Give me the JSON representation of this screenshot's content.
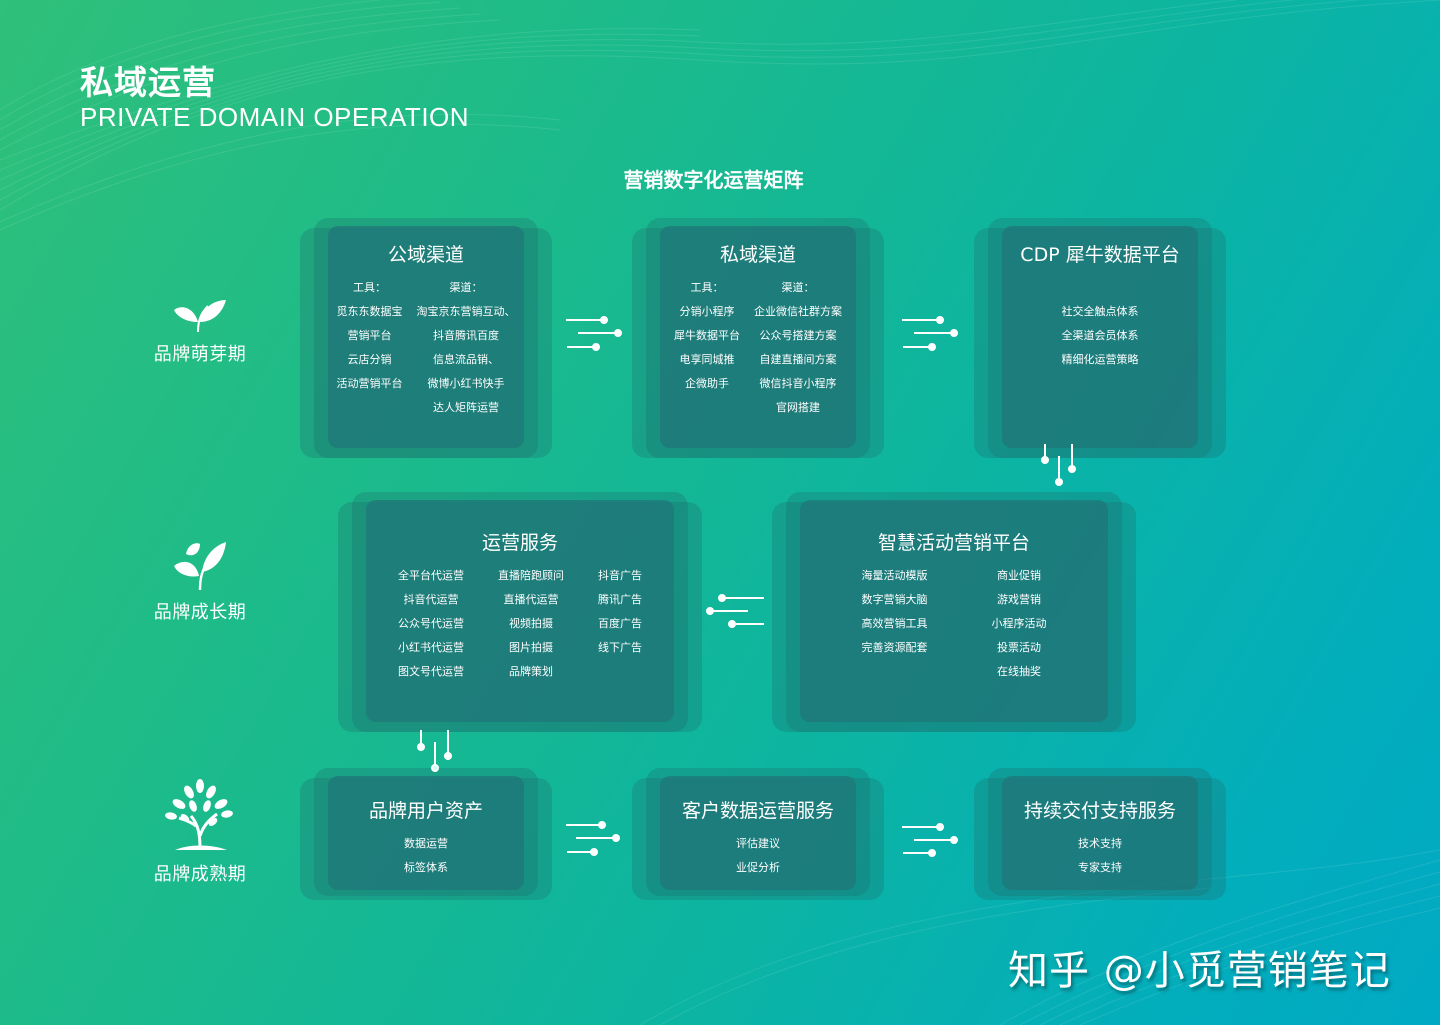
{
  "header": {
    "title_cn": "私域运营",
    "title_en": "PRIVATE DOMAIN OPERATION",
    "matrix_title": "营销数字化运营矩阵"
  },
  "stages": [
    {
      "label": "品牌萌芽期",
      "icon": "sprout-icon"
    },
    {
      "label": "品牌成长期",
      "icon": "growing-plant-icon"
    },
    {
      "label": "品牌成熟期",
      "icon": "tree-icon"
    }
  ],
  "cards": {
    "public_channel": {
      "title": "公域渠道",
      "tools_header": "工具：",
      "channels_header": "渠道：",
      "tools": [
        "觅东东数据宝",
        "营销平台",
        "云店分销",
        "活动营销平台"
      ],
      "channels": [
        "淘宝京东营销互动、",
        "抖音腾讯百度",
        "信息流品销、",
        "微博小红书快手",
        "达人矩阵运营"
      ]
    },
    "private_channel": {
      "title": "私域渠道",
      "tools_header": "工具：",
      "channels_header": "渠道：",
      "tools": [
        "分销小程序",
        "犀牛数据平台",
        "电享同城推",
        "企微助手"
      ],
      "channels": [
        "企业微信社群方案",
        "公众号搭建方案",
        "自建直播间方案",
        "微信抖音小程序",
        "官网搭建"
      ]
    },
    "cdp": {
      "title": "CDP 犀牛数据平台",
      "items": [
        "社交全触点体系",
        "全渠道会员体系",
        "精细化运营策略"
      ]
    },
    "operation_service": {
      "title": "运营服务",
      "col1": [
        "全平台代运营",
        "抖音代运营",
        "公众号代运营",
        "小红书代运营",
        "图文号代运营"
      ],
      "col2": [
        "直播陪跑顾问",
        "直播代运营",
        "视频拍摄",
        "图片拍摄",
        "品牌策划"
      ],
      "col3": [
        "抖音广告",
        "腾讯广告",
        "百度广告",
        "线下广告"
      ]
    },
    "smart_activity": {
      "title": "智慧活动营销平台",
      "col1": [
        "海量活动模版",
        "数字营销大脑",
        "高效营销工具",
        "完善资源配套"
      ],
      "col2": [
        "商业促销",
        "游戏营销",
        "小程序活动",
        "投票活动",
        "在线抽奖"
      ]
    },
    "brand_user_assets": {
      "title": "品牌用户资产",
      "items": [
        "数据运营",
        "标签体系"
      ]
    },
    "customer_data_service": {
      "title": "客户数据运营服务",
      "items": [
        "评估建议",
        "业促分析"
      ]
    },
    "delivery_support": {
      "title": "持续交付支持服务",
      "items": [
        "技术支持",
        "专家支持"
      ]
    }
  },
  "watermark": "知乎 @小觅营销笔记",
  "colors": {
    "bg_start": "#2fc07a",
    "bg_end": "#01a9c4",
    "card_core": "#207678",
    "text": "#ffffff"
  }
}
